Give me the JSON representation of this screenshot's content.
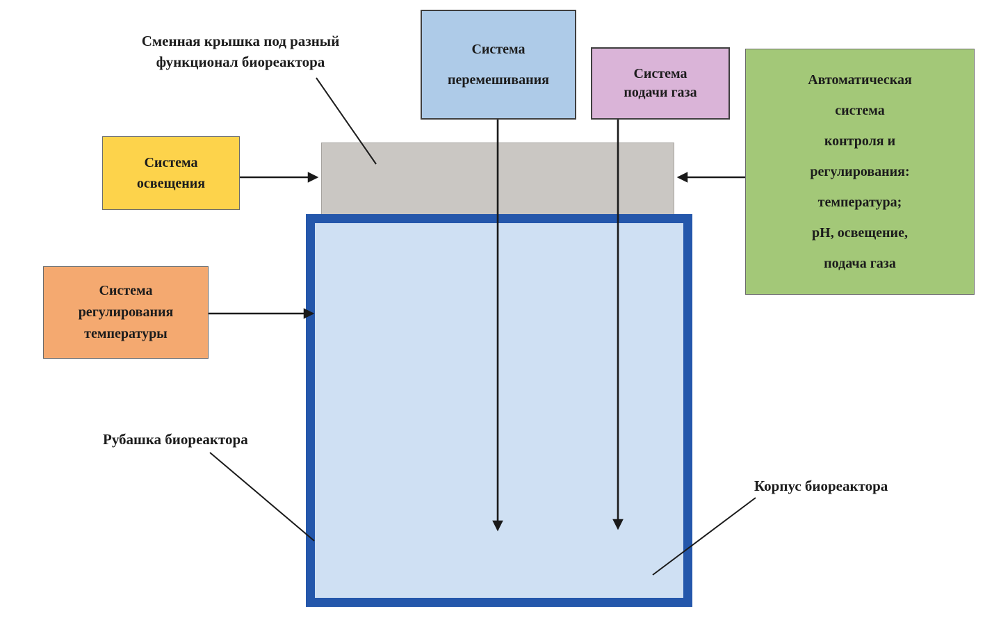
{
  "diagram": {
    "lid_label": "Сменная крышка под разный\nфункционал биореактора",
    "mixing_system": "Система\nперемешивания",
    "gas_supply_system": "Система\nподачи газа",
    "auto_control_system": "Автоматическая\nсистема\nконтроля и\nрегулирования:\nтемпература;\npH, освещение,\nподача газа",
    "lighting_system": "Система\nосвещения",
    "temperature_system": "Система\nрегулирования\nтемпературы",
    "jacket_label": "Рубашка биореактора",
    "body_label": "Корпус биореактора"
  },
  "colors": {
    "mixing_bg": "#aecbe8",
    "mixing_border": "#3f3f3f",
    "gas_bg": "#dab4d8",
    "gas_border": "#3f3f3f",
    "auto_bg": "#a3c878",
    "auto_border": "#6b6b6b",
    "lighting_bg": "#fdd34b",
    "lighting_border": "#6b6b6b",
    "temp_bg": "#f4a970",
    "temp_border": "#6b6b6b",
    "lid_bg": "#cac7c3",
    "lid_border": "#a5a29e",
    "vessel_bg": "#cfe0f3",
    "vessel_border": "#2457ab",
    "arrow": "#1a1a1a",
    "text": "#1c1c1c"
  }
}
